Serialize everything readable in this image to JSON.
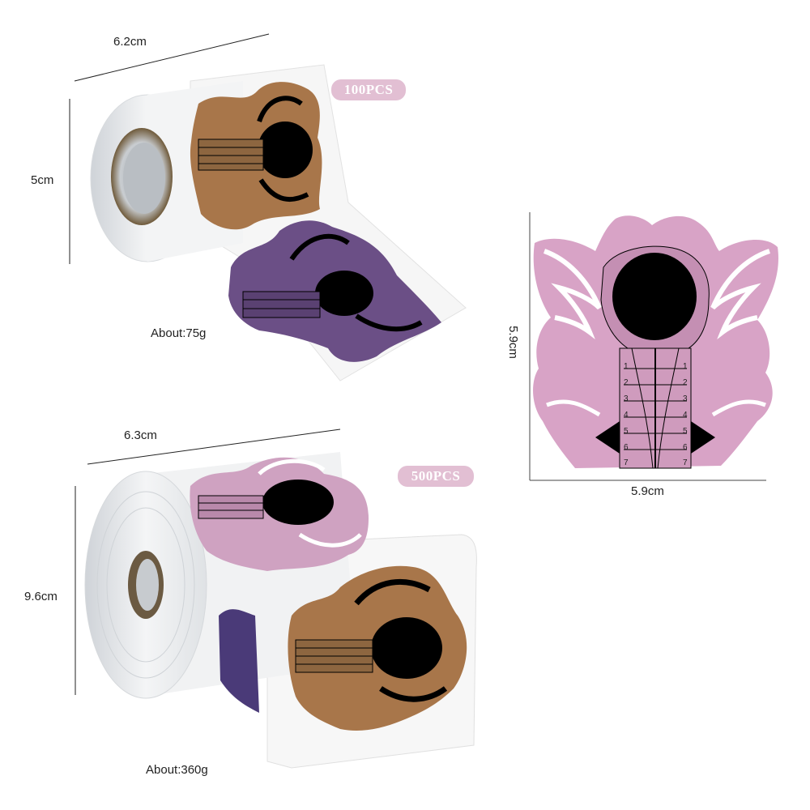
{
  "small_roll": {
    "width_label": "6.2cm",
    "height_label": "5cm",
    "count_badge": "100PCS",
    "weight_label": "About:75g"
  },
  "large_roll": {
    "width_label": "6.3cm",
    "height_label": "9.6cm",
    "count_badge": "500PCS",
    "weight_label": "About:360g"
  },
  "single_form": {
    "height_label": "5.9cm",
    "width_label": "5.9cm",
    "scale_numbers": [
      "1",
      "2",
      "3",
      "4",
      "5",
      "6",
      "7"
    ]
  },
  "colors": {
    "bronze": "#a8764a",
    "purple": "#6b4f86",
    "pink": "#d8a3c6",
    "badge": "#e2bfd3"
  }
}
